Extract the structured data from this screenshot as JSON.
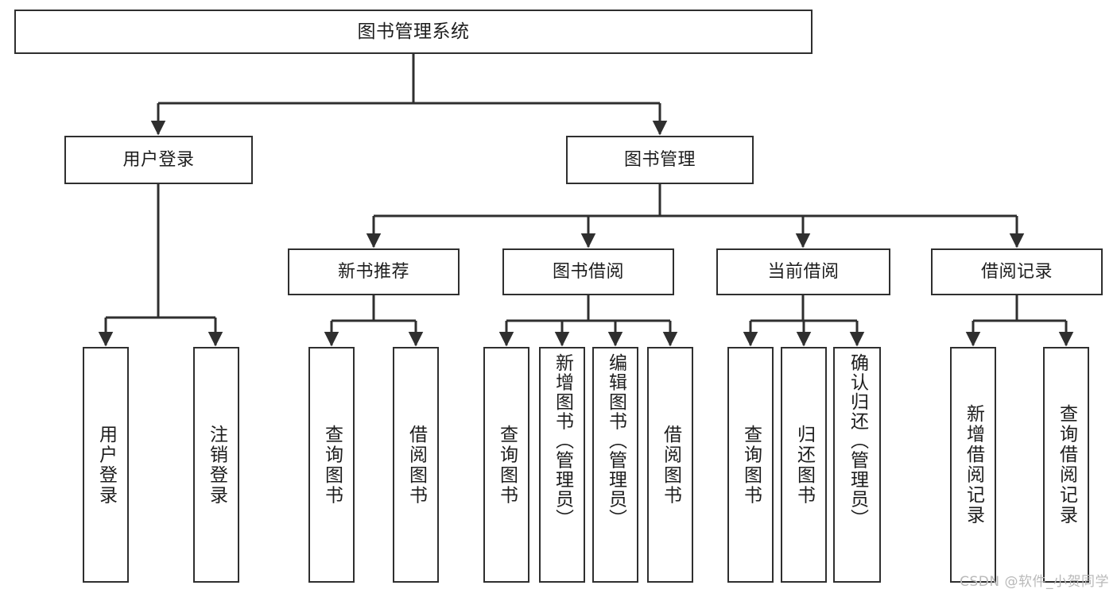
{
  "diagram": {
    "title": "图书管理系统",
    "type": "tree-hierarchy-diagram",
    "colors": {
      "box_border": "#2f2f2f",
      "box_fill": "#ffffff",
      "connector": "#2f2f2f",
      "text": "#1d1d1d",
      "watermark": "#b9b9b9",
      "background": "#ffffff"
    },
    "root": {
      "label": "图书管理系统"
    },
    "level1": [
      {
        "label": "用户登录"
      },
      {
        "label": "图书管理"
      }
    ],
    "level2": [
      {
        "label": "新书推荐"
      },
      {
        "label": "图书借阅"
      },
      {
        "label": "当前借阅"
      },
      {
        "label": "借阅记录"
      }
    ],
    "leaves": {
      "user_login": [
        {
          "label": "用户登录"
        },
        {
          "label": "注销登录"
        }
      ],
      "new_book_recommend": [
        {
          "label": "查询图书"
        },
        {
          "label": "借阅图书"
        }
      ],
      "book_borrow": [
        {
          "label": "查询图书"
        },
        {
          "label": "新增图书（管理员）"
        },
        {
          "label": "编辑图书（管理员）"
        },
        {
          "label": "借阅图书"
        }
      ],
      "current_borrow": [
        {
          "label": "查询图书"
        },
        {
          "label": "归还图书"
        },
        {
          "label": "确认归还（管理员）"
        }
      ],
      "borrow_record": [
        {
          "label": "新增借阅记录"
        },
        {
          "label": "查询借阅记录"
        }
      ]
    }
  },
  "watermark": {
    "text": "CSDN @软件_小贺同学"
  }
}
